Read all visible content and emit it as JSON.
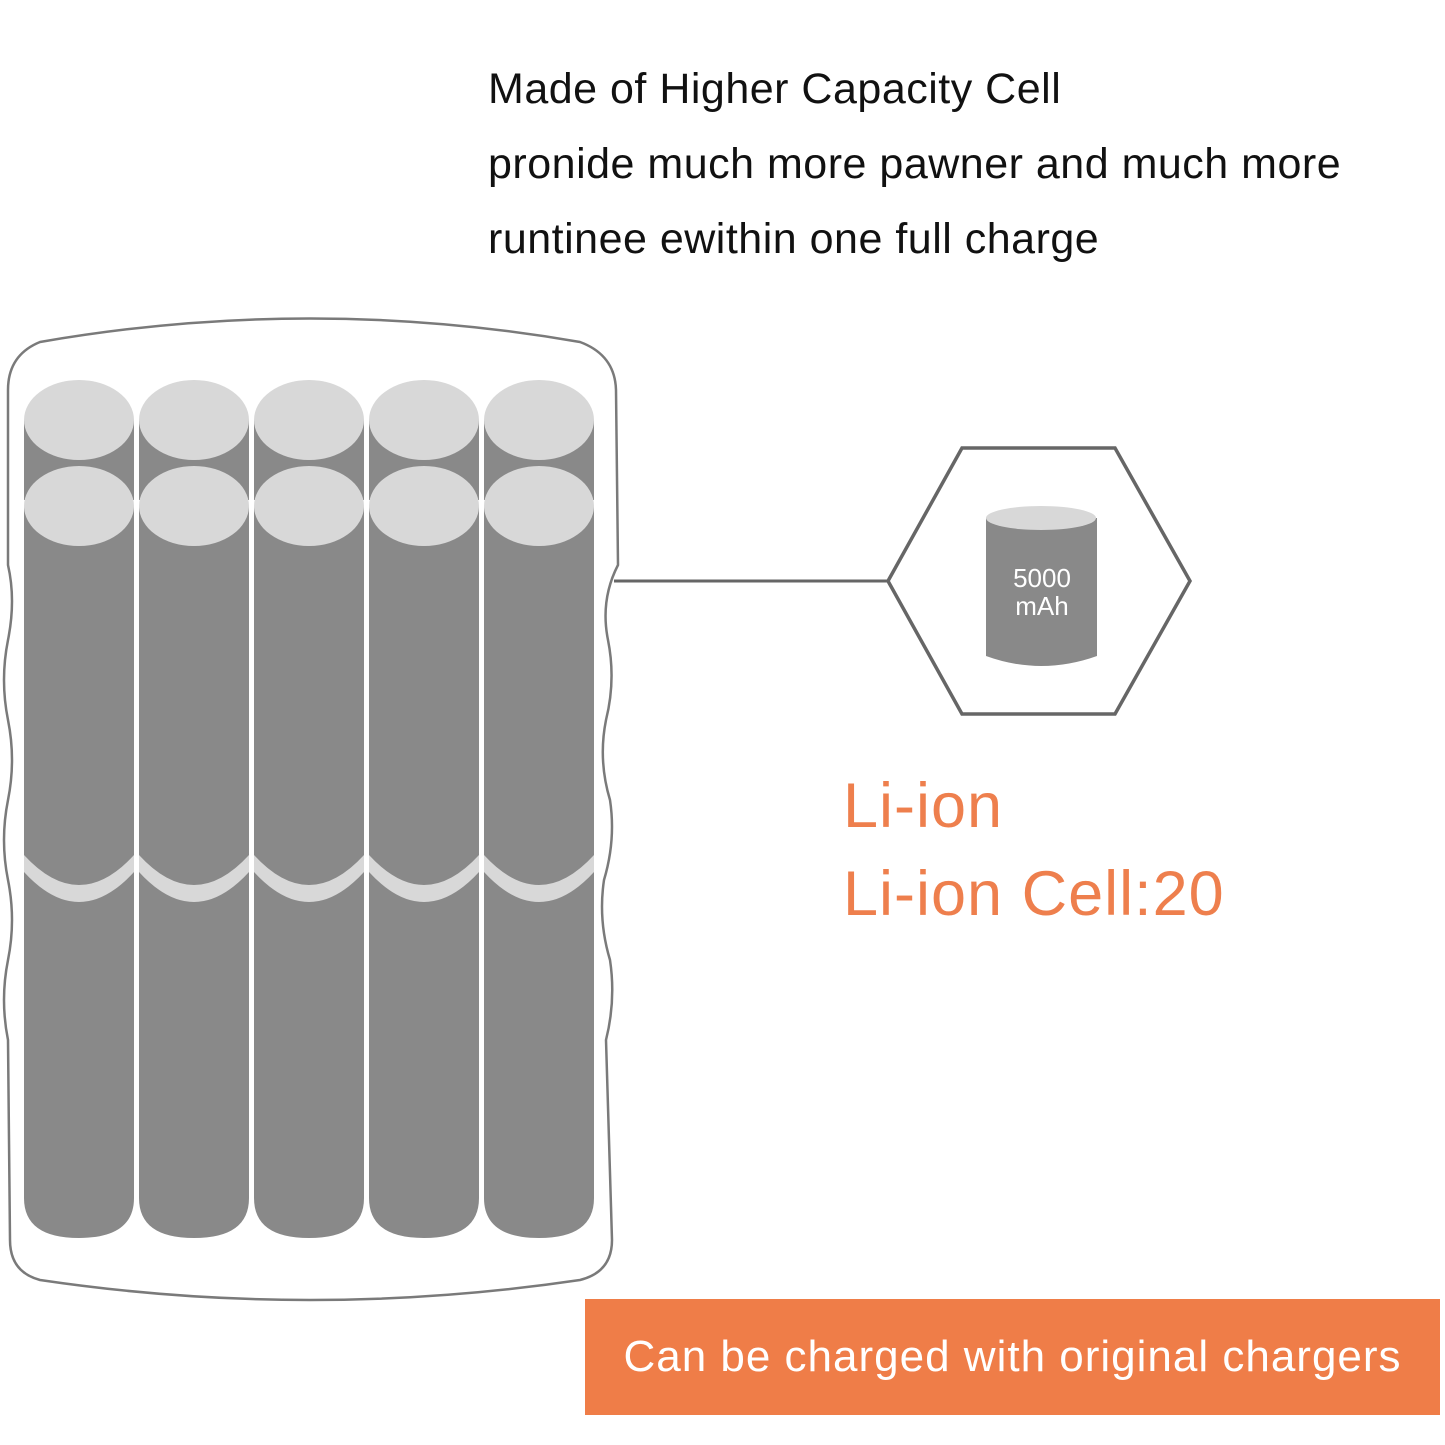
{
  "headline": {
    "line1": "Made of Higher Capacity Cell",
    "line2": "pronide much more pawner and much more",
    "line3": "runtinee ewithin one full charge"
  },
  "cell_badge": {
    "capacity_value": "5000",
    "capacity_unit": "mAh"
  },
  "chemistry": {
    "type_label": "Li-ion",
    "cell_count_label": "Li-ion Cell:20"
  },
  "banner": {
    "text": "Can be charged with original chargers"
  },
  "colors": {
    "accent": "#ef7d48",
    "cell_body": "#898989",
    "cell_top": "#d8d8d8",
    "outline": "#666666"
  }
}
